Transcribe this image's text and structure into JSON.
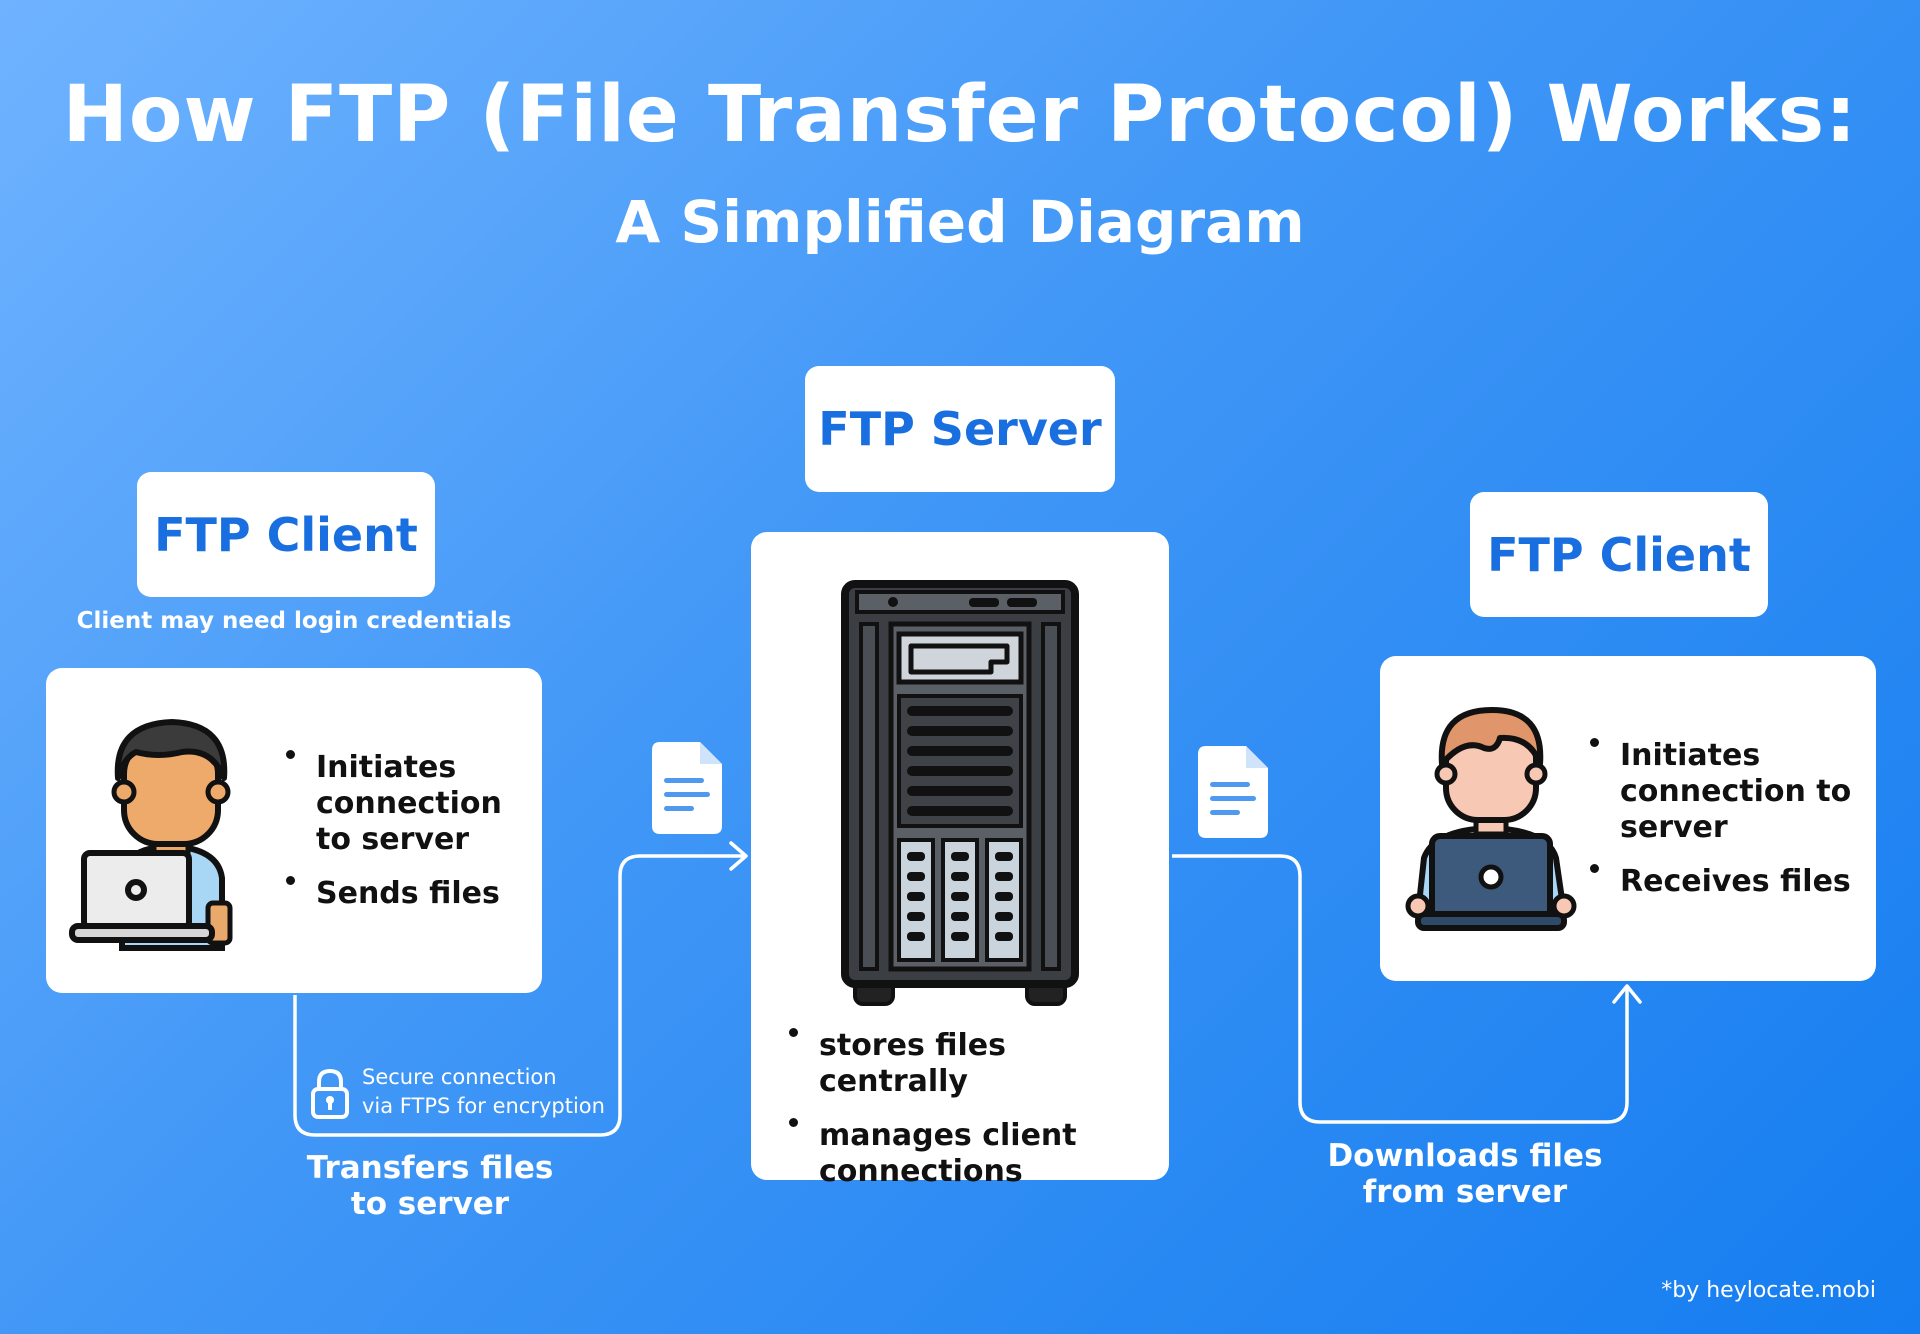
{
  "header": {
    "title": "How FTP (File Transfer Protocol) Works:",
    "subtitle": "A Simplified Diagram"
  },
  "left_client": {
    "label": "FTP Client",
    "note": "Client may need login credentials",
    "bullets": [
      "Initiates connection to server",
      "Sends files"
    ],
    "icon": "person-laptop-icon"
  },
  "server": {
    "label": "FTP Server",
    "bullets": [
      "stores files centrally",
      "manages client connections"
    ],
    "icon": "server-rack-icon"
  },
  "right_client": {
    "label": "FTP Client",
    "bullets": [
      "Initiates connection to server",
      "Receives files"
    ],
    "icon": "person-laptop-icon"
  },
  "upload": {
    "security_line1": "Secure connection",
    "security_line2": "via FTPS for encryption",
    "caption_line1": "Transfers files",
    "caption_line2": "to server"
  },
  "download": {
    "caption_line1": "Downloads files",
    "caption_line2": "from server"
  },
  "credit": "*by heylocate.mobi",
  "colors": {
    "accent": "#1a6fe0",
    "background_start": "#6fb3ff",
    "background_end": "#157df0"
  }
}
